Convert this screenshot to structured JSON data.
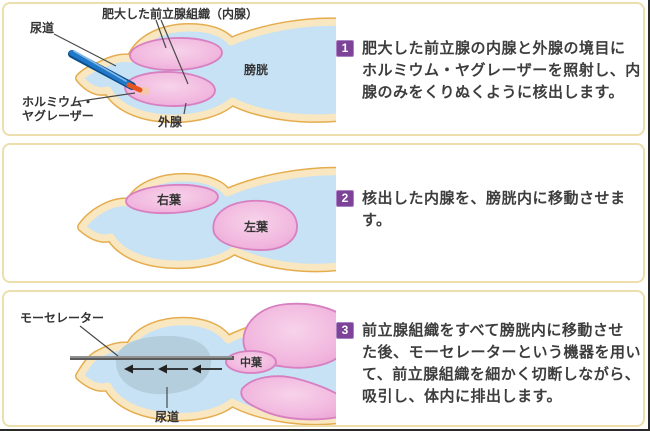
{
  "figure": {
    "subject": "HoLEP prostate surgery steps diagram",
    "panel_count": 3
  },
  "colors": {
    "panel_border": "#ecdfad",
    "badge_bg": "#7c4398",
    "badge_border": "#aa82c2",
    "badge_text": "#ffffff",
    "body_text": "#3d3d3d",
    "label_text": "#333333",
    "leader_line": "#4a4a4a",
    "capsule_fill": "#f8e7c0",
    "capsule_edge": "#e5ad4e",
    "bladder_fill": "#c7e2f5",
    "inner_gland_pink": "#efaad7",
    "inner_gland_pink_light": "#f7d3ea",
    "inner_gland_stroke": "#d77fc0",
    "laser_scope_blue": "#2178c8",
    "laser_scope_dark": "#0a4e8c",
    "laser_tip_orange": "#e8541e",
    "cavity_gray_blue": "#b4cede",
    "morcellator_gray": "#5a5a5a",
    "arrow_black": "#222222"
  },
  "panels": [
    {
      "number": "1",
      "lines": [
        "肥大した前立腺の内腺と外腺の境目に",
        "ホルミウム・ヤグレーザーを照射し、内",
        "腺のみをくりぬくように核出します。"
      ],
      "labels": {
        "hypertrophied": "肥大した前立腺組織（内腺）",
        "urethra": "尿道",
        "bladder": "膀胱",
        "laser_1": "ホルミウム・",
        "laser_2": "ヤグレーザー",
        "outer_gland": "外腺"
      }
    },
    {
      "number": "2",
      "lines": [
        "核出した内腺を、膀胱内に移動させま",
        "す。"
      ],
      "labels": {
        "right_lobe": "右葉",
        "left_lobe": "左葉"
      }
    },
    {
      "number": "3",
      "lines": [
        "前立腺組織をすべて膀胱内に移動させ",
        "た後、モーセレーターという機器を用い",
        "て、前立腺組織を細かく切断しながら、",
        "吸引し、体内に排出します。"
      ],
      "labels": {
        "morcellator": "モーセレーター",
        "middle_lobe": "中葉",
        "urethra": "尿道"
      }
    }
  ]
}
